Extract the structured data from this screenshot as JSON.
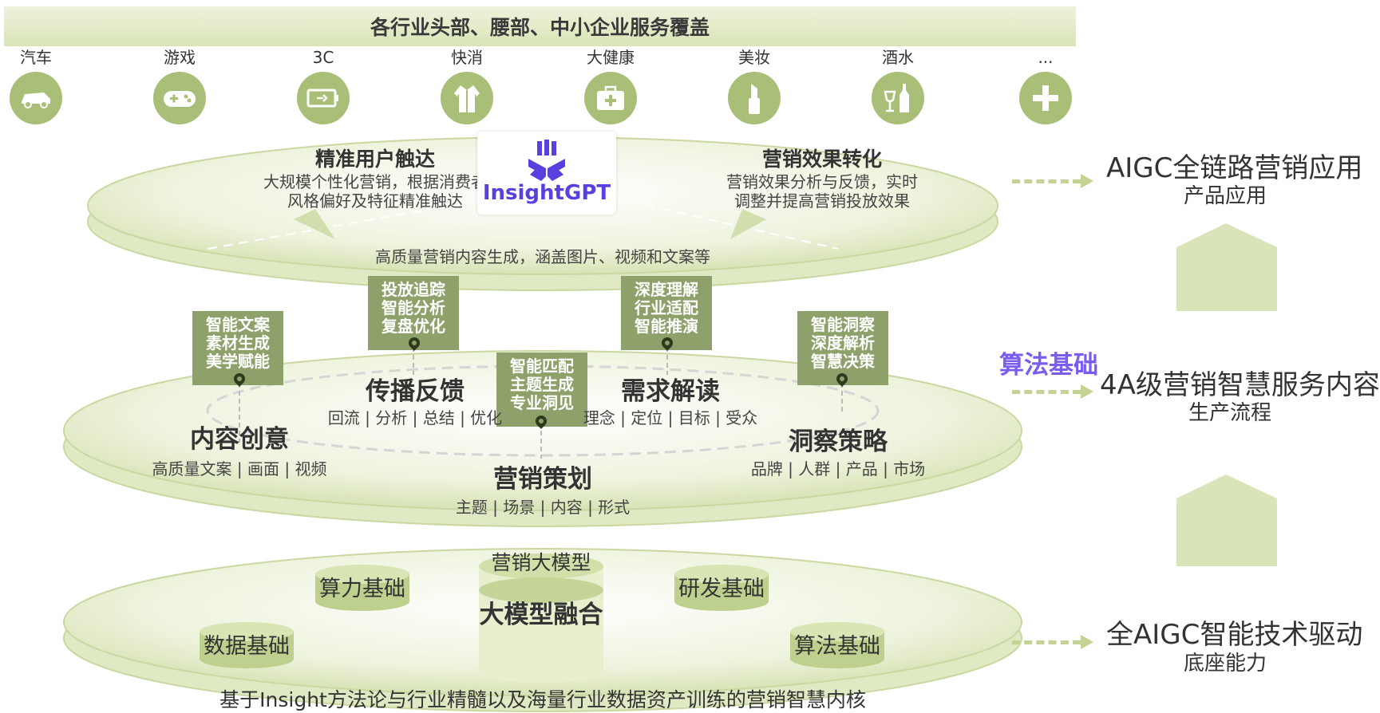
{
  "banner": "各行业头部、腰部、中小企业服务覆盖",
  "industries": [
    {
      "label": "汽车",
      "icon": "car-icon"
    },
    {
      "label": "游戏",
      "icon": "gamepad-icon"
    },
    {
      "label": "3C",
      "icon": "battery-icon"
    },
    {
      "label": "快消",
      "icon": "clothing-icon"
    },
    {
      "label": "大健康",
      "icon": "medical-kit-icon"
    },
    {
      "label": "美妆",
      "icon": "lipstick-icon"
    },
    {
      "label": "酒水",
      "icon": "wine-icon"
    },
    {
      "label": "...",
      "icon": "plus-icon"
    }
  ],
  "top_layer": {
    "left_title": "精准用户触达",
    "left_desc": [
      "大规模个性化营销，根据消费者",
      "风格偏好及特征精准触达"
    ],
    "right_title": "营销效果转化",
    "right_desc": [
      "营销效果分析与反馈，实时",
      "调整并提高营销投放效果"
    ],
    "logo_text": "InsightGPT",
    "bottom_text": "高质量营销内容生成，涵盖图片、视频和文案等"
  },
  "middle_layer": {
    "tags": [
      "智能文案\n素材生成\n美学赋能",
      "投放追踪\n智能分析\n复盘优化",
      "智能匹配\n主题生成\n专业洞见",
      "深度理解\n行业适配\n智能推演",
      "智能洞察\n深度解析\n智慧决策"
    ],
    "nodes": [
      {
        "title": "内容创意",
        "desc": "高质量文案 | 画面 | 视频"
      },
      {
        "title": "传播反馈",
        "desc": "回流 | 分析 | 总结 | 优化"
      },
      {
        "title": "营销策划",
        "desc": "主题 | 场景 | 内容 | 形式"
      },
      {
        "title": "需求解读",
        "desc": "理念 | 定位 | 目标 | 受众"
      },
      {
        "title": "洞察策略",
        "desc": "品牌 | 人群 | 产品 | 市场"
      }
    ]
  },
  "bottom_layer": {
    "center_top": "营销大模型",
    "center_main": "大模型融合",
    "cylinders": [
      "算力基础",
      "研发基础",
      "数据基础",
      "算法基础"
    ],
    "footer": "基于Insight方法论与行业精髓以及海量行业数据资产训练的营销智慧内核"
  },
  "right_panel": {
    "label1_title": "AIGC全链路营销应用",
    "label1_sub": "产品应用",
    "algo_label": "算法基础",
    "label2_title": "4A级营销智慧服务内容",
    "label2_sub": "生产流程",
    "label3_title": "全AIGC智能技术驱动",
    "label3_sub": "底座能力"
  },
  "colors": {
    "green": "#a9bf78",
    "tag": "#8ea16a",
    "accent": "#7b5cf0",
    "arrow": "#c3d394"
  }
}
